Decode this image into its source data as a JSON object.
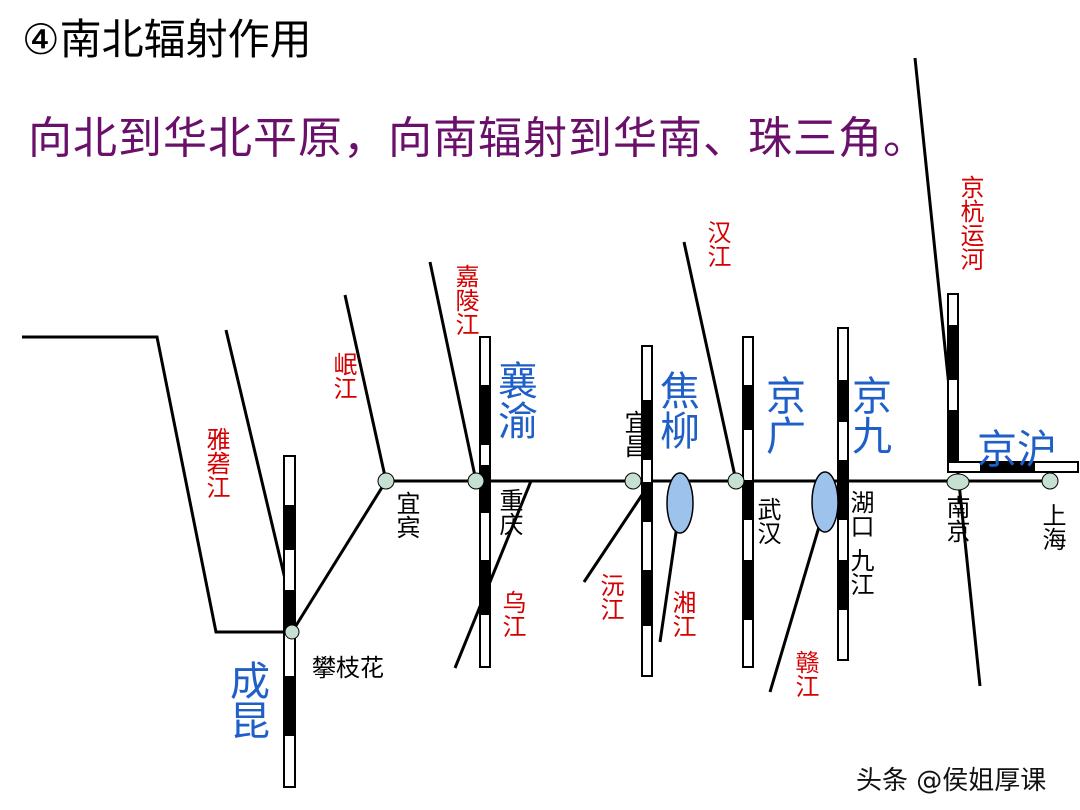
{
  "heading": "④南北辐射作用",
  "subtitle": "向北到华北平原，向南辐射到华南、珠三角。",
  "rivers": {
    "yalong": "雅砻江",
    "min": "岷江",
    "jialing": "嘉陵江",
    "wu": "乌江",
    "yuan": "沅江",
    "xiang": "湘江",
    "han": "汉江",
    "gan": "赣江",
    "grand_canal": "京杭运河"
  },
  "cities": {
    "panzhihua": "攀枝花",
    "yibin": "宜宾",
    "chongqing": "重庆",
    "yichang": "宜昌",
    "wuhan": "武汉",
    "hukou": "湖口",
    "jiujiang": "九江",
    "nanjing": "南京",
    "shanghai": "上海"
  },
  "railways": {
    "chengkun": "成昆",
    "xiangyu": "襄渝",
    "jiaoliu": "焦柳",
    "jingguang": "京广",
    "jingjiu": "京九",
    "jinghu": "京沪"
  },
  "colors": {
    "river_label": "#d40000",
    "railway_label": "#1f5fc8",
    "subtitle": "#6a0f6a",
    "lake_fill": "#9dc3ec",
    "node_fill": "#c6e0d2"
  },
  "watermark": "头条 @侯姐厚课"
}
